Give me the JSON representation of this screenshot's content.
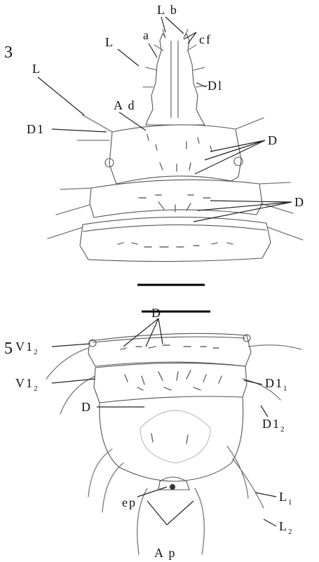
{
  "panels": [
    {
      "number": "3",
      "labels": [
        "L b",
        "cf",
        "L",
        "a",
        "L",
        "Dl",
        "A d",
        "D1",
        "D",
        "D"
      ]
    },
    {
      "number": "5",
      "labels": [
        "D",
        "V1",
        "V1",
        "D1",
        "D",
        "D1",
        "ep",
        "L",
        "L",
        "A p"
      ]
    }
  ],
  "label_parts": {
    "vl2_base": "V1",
    "vl2_sub": "2",
    "dl1_base": "D1",
    "dl1_sub": "1",
    "dl2_base": "D1",
    "dl2_sub": "2",
    "l1_base": "L",
    "l1_sub": "1",
    "l2_base": "L",
    "l2_sub": "2"
  }
}
